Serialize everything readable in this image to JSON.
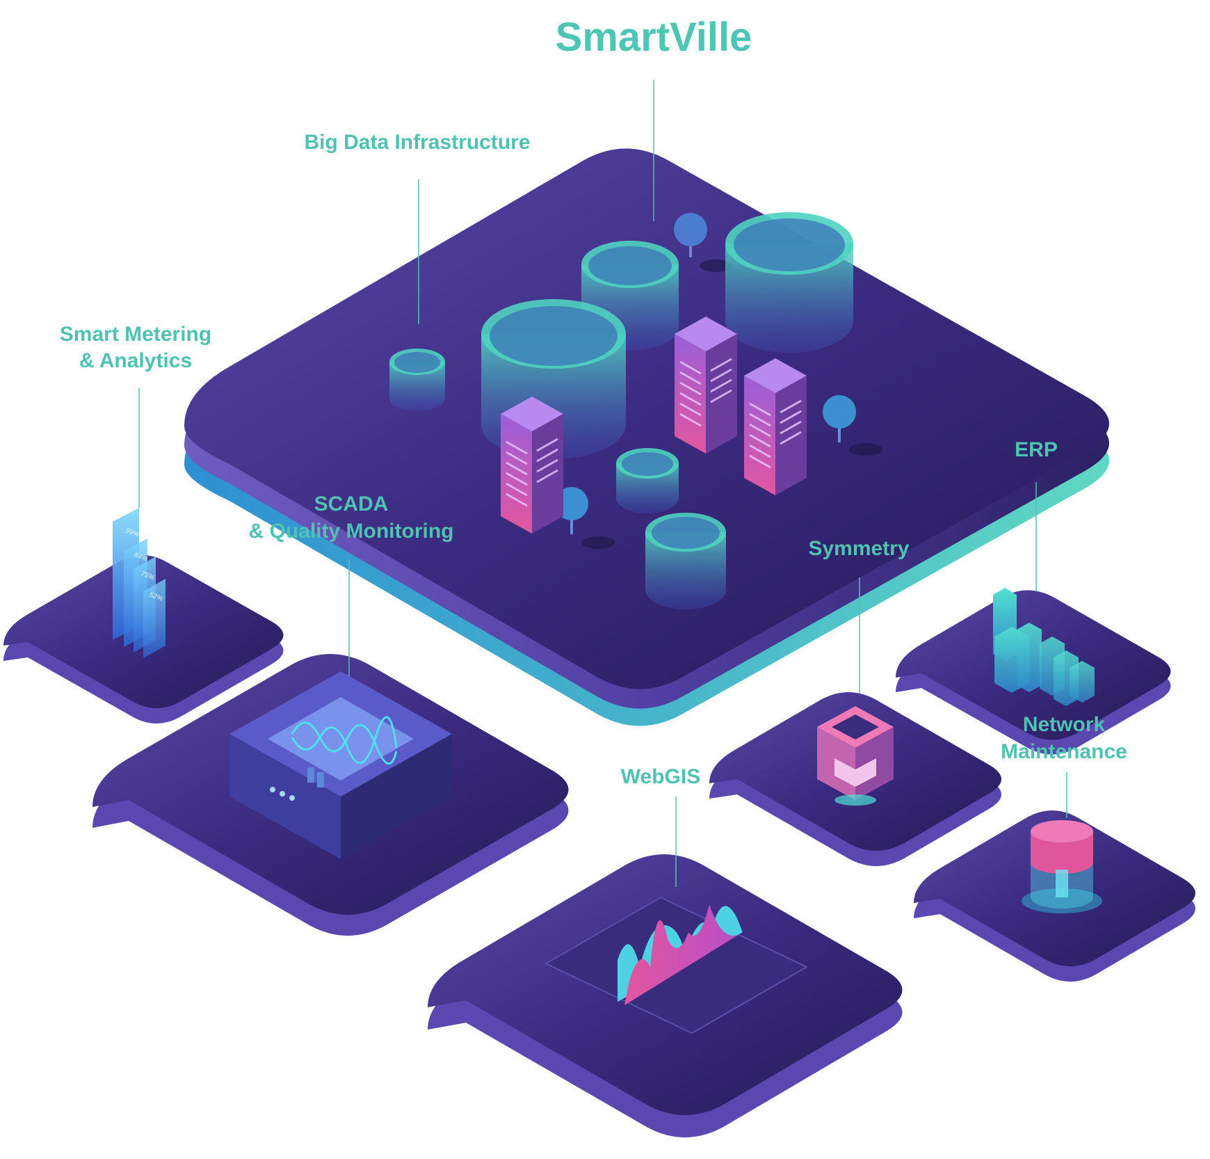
{
  "title": "SmartVille",
  "labels": {
    "big_data": "Big Data Infrastructure",
    "metering": [
      "Smart Metering",
      "& Analytics"
    ],
    "scada": [
      "SCADA",
      "& Quality Monitoring"
    ],
    "erp": "ERP",
    "symmetry": "Symmetry",
    "network": [
      "Network",
      "Maintenance"
    ],
    "webgis": "WebGIS"
  },
  "meter_bars": [
    "99%",
    "84%",
    "75%",
    "52%"
  ],
  "colors": {
    "label": "#4fc2b2",
    "platform": "#3a2a7c",
    "platform_edge": "#6a5cb0",
    "teal": "#4fd1c0",
    "pink": "#e0569c",
    "cyan": "#36c3e4"
  }
}
